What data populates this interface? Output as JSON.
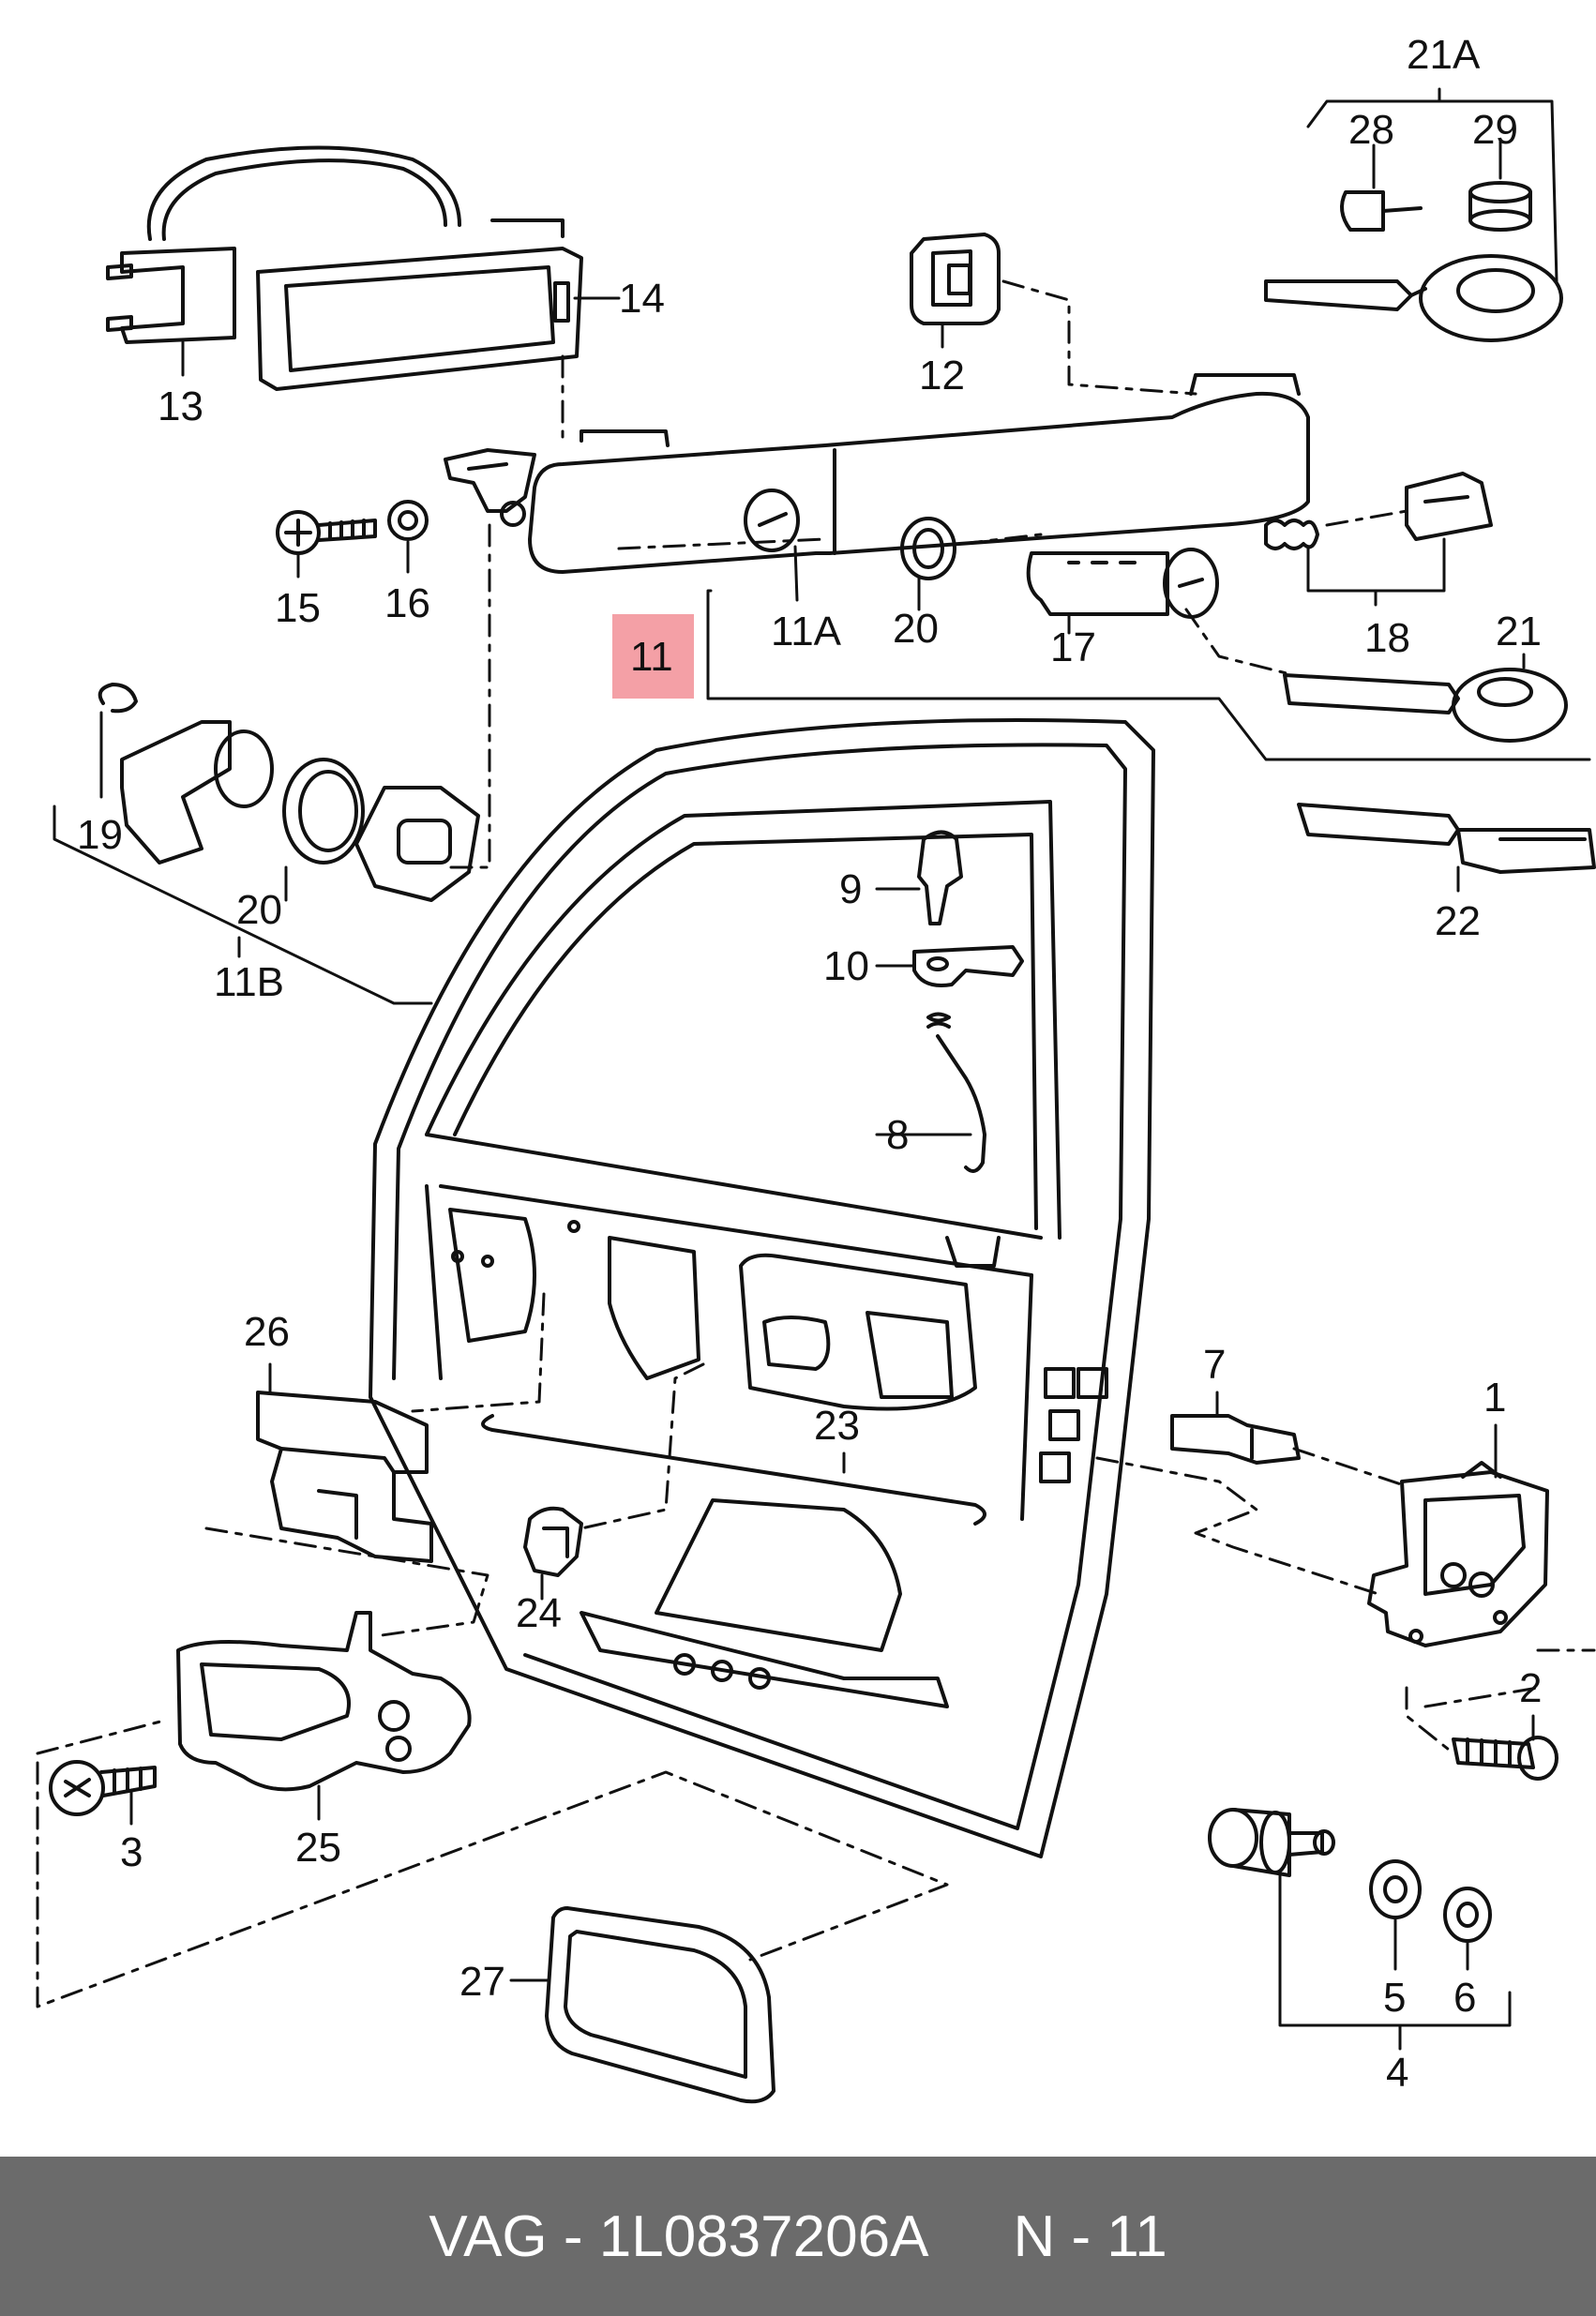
{
  "colors": {
    "highlight": "#f4a0a6",
    "footer_bg": "#6b6b6b",
    "footer_text": "#ffffff",
    "line": "#111111"
  },
  "callouts": {
    "c21a": "21A",
    "c28": "28",
    "c29": "29",
    "c14": "14",
    "c13": "13",
    "c12": "12",
    "c15": "15",
    "c16": "16",
    "c11a": "11A",
    "c20a": "20",
    "c17": "17",
    "c18": "18",
    "c21": "21",
    "c11": "11",
    "c22": "22",
    "c19": "19",
    "c20b": "20",
    "c11b": "11B",
    "c9": "9",
    "c10": "10",
    "c8": "8",
    "c26": "26",
    "c23": "23",
    "c7": "7",
    "c1": "1",
    "c24": "24",
    "c2": "2",
    "c3": "3",
    "c25": "25",
    "c27": "27",
    "c5": "5",
    "c6": "6",
    "c4": "4"
  },
  "footer": {
    "part_ref": "VAG - 1L0837206A",
    "position_ref": "N - 11"
  }
}
